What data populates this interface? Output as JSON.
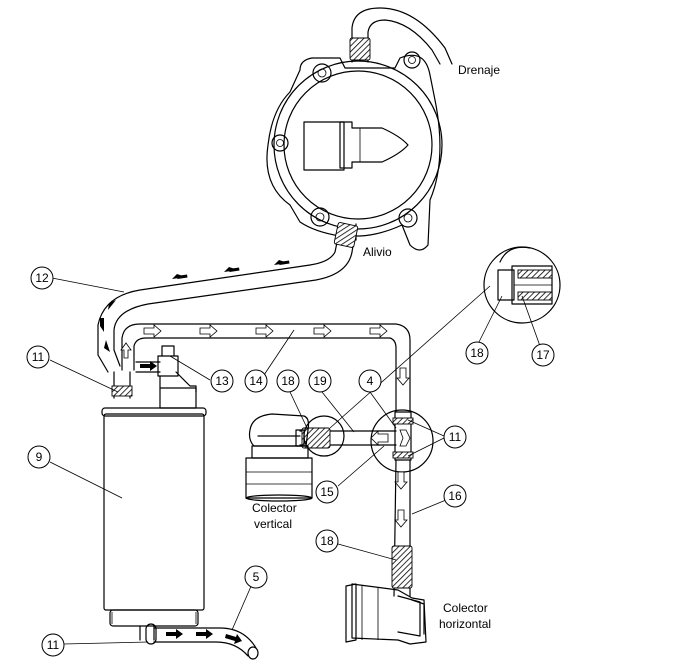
{
  "labels": {
    "drenaje": "Drenaje",
    "alivio": "Alivio",
    "colector_vertical_line1": "Colector",
    "colector_vertical_line2": "vertical",
    "colector_horizontal_line1": "Colector",
    "colector_horizontal_line2": "horizontal"
  },
  "callouts": {
    "c12": "12",
    "c11_top": "11",
    "c13": "13",
    "c14": "14",
    "c18_upper": "18",
    "c19": "19",
    "c4": "4",
    "c11_right": "11",
    "c15": "15",
    "c16": "16",
    "c18_lower": "18",
    "c9": "9",
    "c5": "5",
    "c11_bottom": "11",
    "c18_detail": "18",
    "c17": "17"
  }
}
